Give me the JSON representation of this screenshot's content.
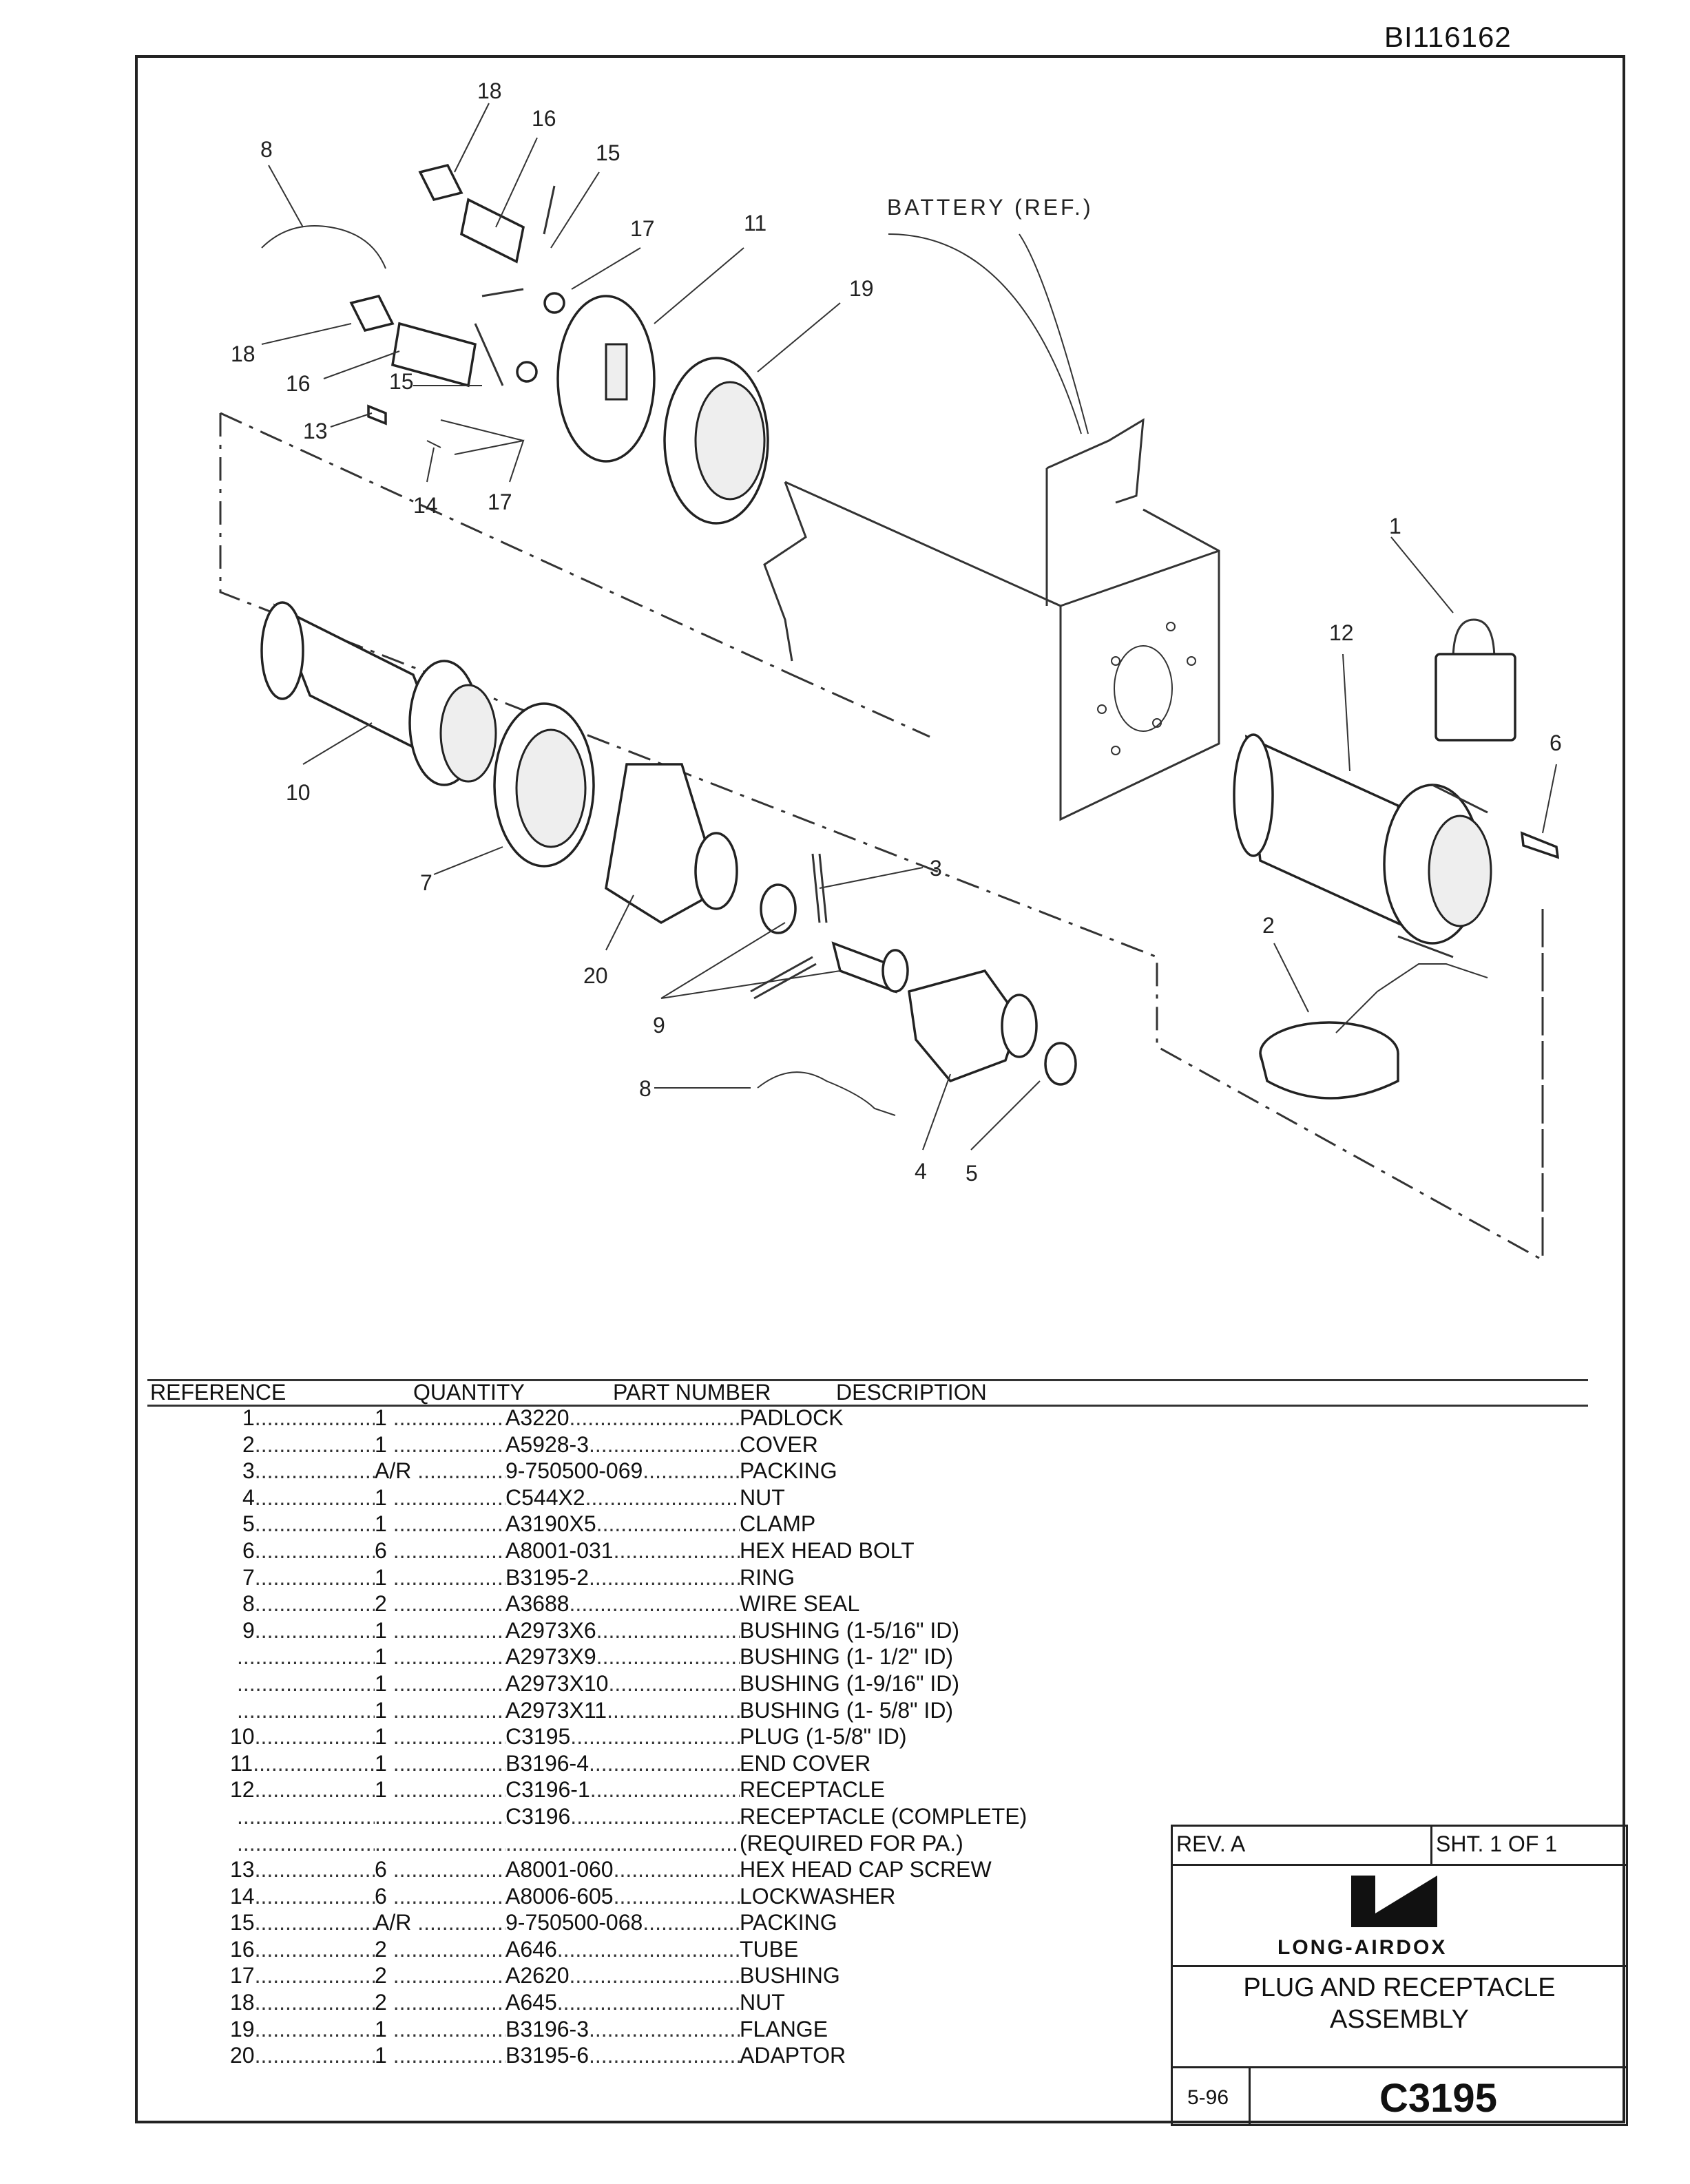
{
  "doc_id": "BI116162",
  "drawing": {
    "callouts": [
      "18",
      "16",
      "8",
      "15",
      "17",
      "11",
      "19",
      "18",
      "16",
      "15",
      "13",
      "14",
      "17",
      "10",
      "7",
      "20",
      "3",
      "9",
      "8",
      "4",
      "5",
      "2",
      "12",
      "1",
      "6"
    ],
    "battery_label": "BATTERY (REF.)"
  },
  "table": {
    "headers": {
      "reference": "REFERENCE",
      "quantity": "QUANTITY",
      "part_number": "PART NUMBER",
      "description": "DESCRIPTION"
    },
    "rows": [
      {
        "ref": "1",
        "qty": "1",
        "pn": "A3220",
        "desc": "PADLOCK"
      },
      {
        "ref": "2",
        "qty": "1",
        "pn": "A5928-3",
        "desc": "COVER"
      },
      {
        "ref": "3",
        "qty": "A/R",
        "pn": "9-750500-069",
        "desc": "PACKING"
      },
      {
        "ref": "4",
        "qty": "1",
        "pn": "C544X2",
        "desc": "NUT"
      },
      {
        "ref": "5",
        "qty": "1",
        "pn": "A3190X5",
        "desc": "CLAMP"
      },
      {
        "ref": "6",
        "qty": "6",
        "pn": "A8001-031",
        "desc": "HEX HEAD BOLT"
      },
      {
        "ref": "7",
        "qty": "1",
        "pn": "B3195-2",
        "desc": "RING"
      },
      {
        "ref": "8",
        "qty": "2",
        "pn": "A3688",
        "desc": "WIRE SEAL"
      },
      {
        "ref": "9",
        "qty": "1",
        "pn": "A2973X6",
        "desc": "BUSHING (1-5/16\" ID)"
      },
      {
        "ref": "",
        "qty": "1",
        "pn": "A2973X9",
        "desc": "BUSHING (1- 1/2\" ID)"
      },
      {
        "ref": "",
        "qty": "1",
        "pn": "A2973X10",
        "desc": "BUSHING (1-9/16\" ID)"
      },
      {
        "ref": "",
        "qty": "1",
        "pn": "A2973X11",
        "desc": "BUSHING (1- 5/8\" ID)"
      },
      {
        "ref": "10",
        "qty": "1",
        "pn": "C3195",
        "desc": "PLUG (1-5/8\" ID)"
      },
      {
        "ref": "11",
        "qty": "1",
        "pn": "B3196-4",
        "desc": "END COVER"
      },
      {
        "ref": "12",
        "qty": "1",
        "pn": "C3196-1",
        "desc": "RECEPTACLE"
      },
      {
        "ref": "",
        "qty": "",
        "pn": "C3196",
        "desc": "RECEPTACLE (COMPLETE)"
      },
      {
        "ref": "",
        "qty": "",
        "pn": "",
        "desc": "(REQUIRED FOR PA.)"
      },
      {
        "ref": "13",
        "qty": "6",
        "pn": "A8001-060",
        "desc": "HEX HEAD CAP SCREW"
      },
      {
        "ref": "14",
        "qty": "6",
        "pn": "A8006-605",
        "desc": "LOCKWASHER"
      },
      {
        "ref": "15",
        "qty": "A/R",
        "pn": "9-750500-068",
        "desc": "PACKING"
      },
      {
        "ref": "16",
        "qty": "2",
        "pn": "A646",
        "desc": "TUBE"
      },
      {
        "ref": "17",
        "qty": "2",
        "pn": "A2620",
        "desc": "BUSHING"
      },
      {
        "ref": "18",
        "qty": "2",
        "pn": "A645",
        "desc": "NUT"
      },
      {
        "ref": "19",
        "qty": "1",
        "pn": "B3196-3",
        "desc": "FLANGE"
      },
      {
        "ref": "20",
        "qty": "1",
        "pn": "B3195-6",
        "desc": "ADAPTOR"
      }
    ]
  },
  "title_block": {
    "rev": "REV. A",
    "sheet": "SHT. 1 OF 1",
    "logo_text": "LONG-AIRDOX",
    "title_line1": "PLUG AND RECEPTACLE",
    "title_line2": "ASSEMBLY",
    "date": "5-96",
    "drawing_number": "C3195"
  }
}
